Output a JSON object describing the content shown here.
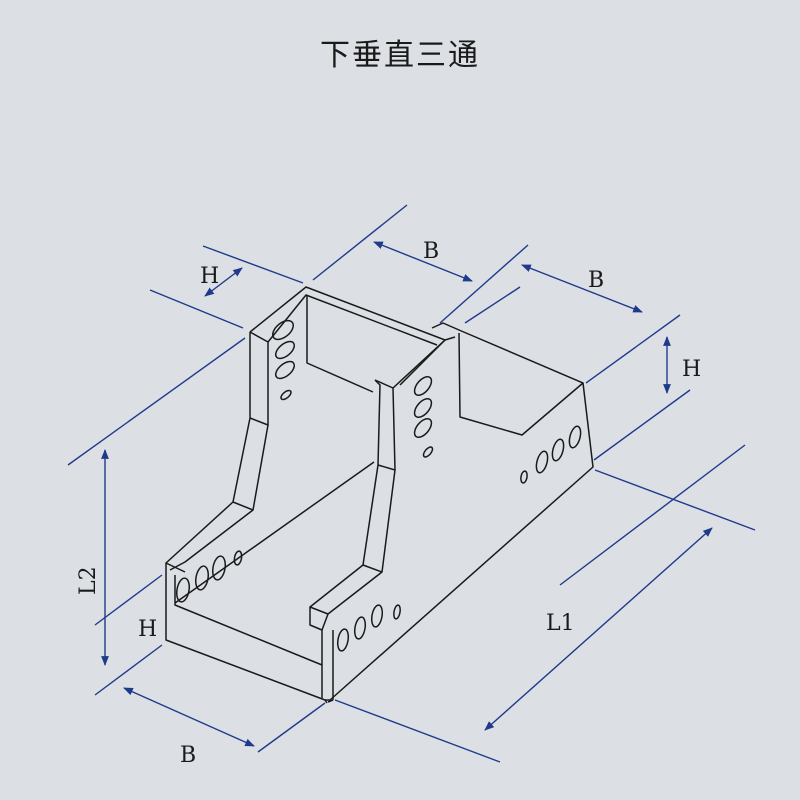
{
  "title": "下垂直三通",
  "labels": {
    "b_top": "B",
    "b_right": "B",
    "b_bottom": "B",
    "h_top": "H",
    "h_right": "H",
    "h_left": "H",
    "l1": "L1",
    "l2": "L2"
  },
  "colors": {
    "background": "#dcdfe4",
    "dimension_lines": "#1f3a8a",
    "outline": "#1a1a1a"
  }
}
